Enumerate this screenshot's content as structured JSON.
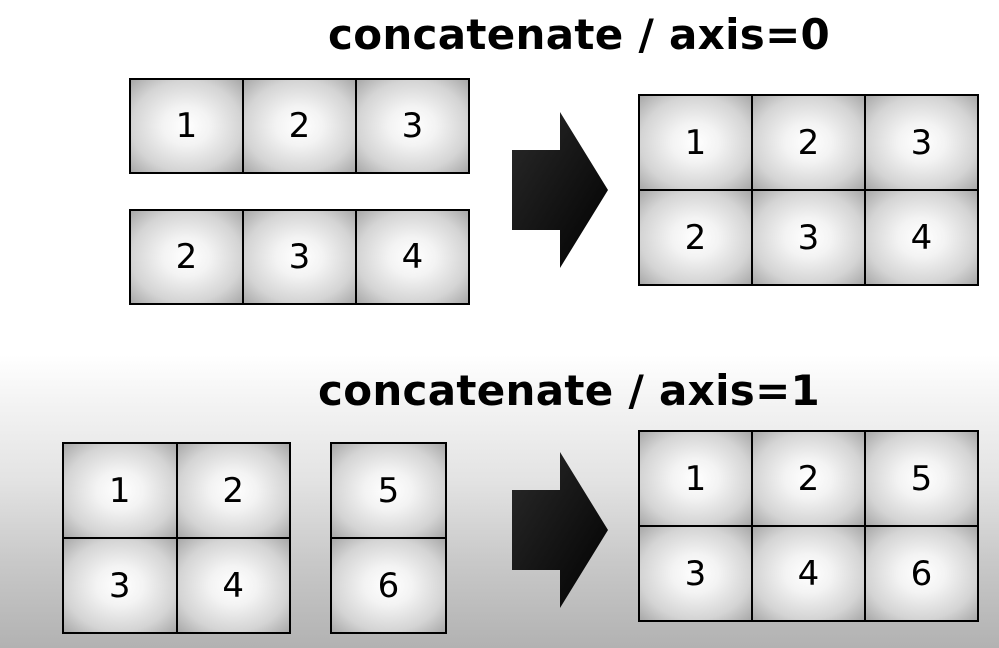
{
  "axis0": {
    "title": "concatenate / axis=0",
    "input_a": [
      [
        "1",
        "2",
        "3"
      ]
    ],
    "input_b": [
      [
        "2",
        "3",
        "4"
      ]
    ],
    "result": [
      [
        "1",
        "2",
        "3"
      ],
      [
        "2",
        "3",
        "4"
      ]
    ]
  },
  "axis1": {
    "title": "concatenate / axis=1",
    "input_a": [
      [
        "1",
        "2"
      ],
      [
        "3",
        "4"
      ]
    ],
    "input_b": [
      [
        "5"
      ],
      [
        "6"
      ]
    ],
    "result": [
      [
        "1",
        "2",
        "5"
      ],
      [
        "3",
        "4",
        "6"
      ]
    ]
  },
  "icons": {
    "arrow": "right-arrow-icon"
  }
}
